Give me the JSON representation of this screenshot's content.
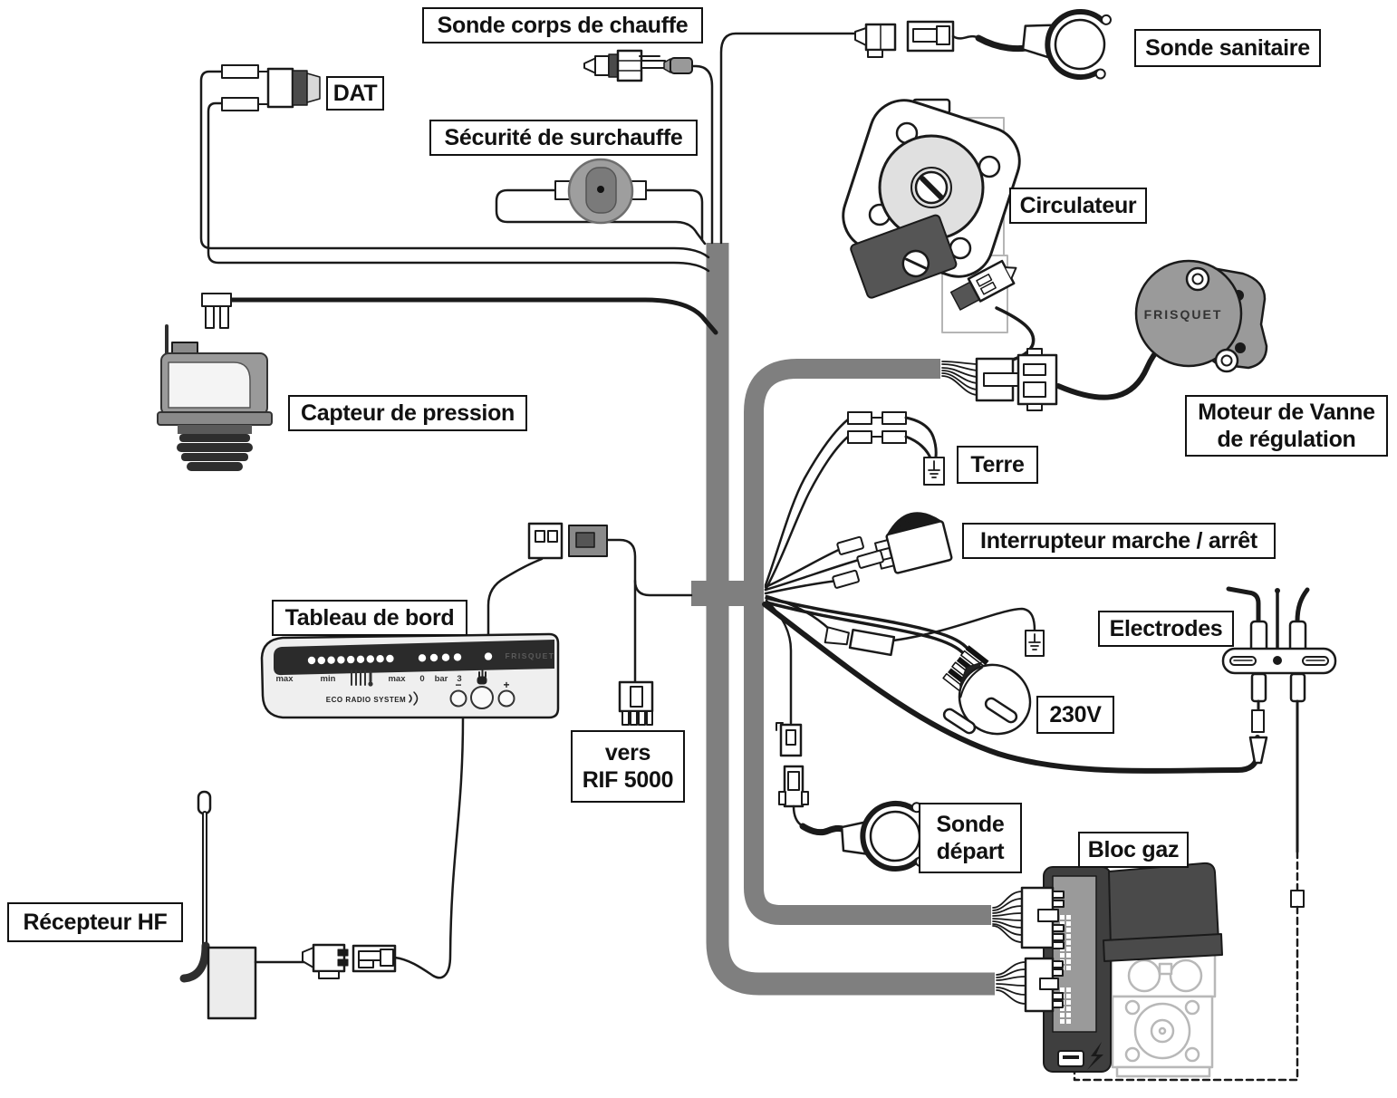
{
  "diagram_type": "boiler-wiring-diagram",
  "labels": {
    "sonde_corps": "Sonde corps de chauffe",
    "dat": "DAT",
    "securite": "Sécurité de surchauffe",
    "sonde_sanitaire": "Sonde sanitaire",
    "circulateur": "Circulateur",
    "moteur_vanne": "Moteur de Vanne\nde régulation",
    "capteur_pression": "Capteur de pression",
    "terre": "Terre",
    "interrupteur": "Interrupteur marche / arrêt",
    "electrodes": "Electrodes",
    "v230": "230V",
    "tableau": "Tableau de bord",
    "vers_rif": "vers\nRIF 5000",
    "sonde_depart": "Sonde\ndépart",
    "recepteur_hf": "Récepteur HF",
    "bloc_gaz": "Bloc gaz"
  },
  "panel": {
    "max_left": "max",
    "min": "min",
    "max_mid": "max",
    "zero": "0",
    "bar": "bar",
    "three": "3",
    "eco": "ECO RADIO SYSTEM",
    "brand": "FRISQUET",
    "minus": "−",
    "plus": "+"
  },
  "motor_brand": "FRISQUET",
  "colors": {
    "wire": "#1a1a1a",
    "trunk": "#7f7f7f",
    "component_gray": "#9a9a9a",
    "dark_gray": "#3f3f3f",
    "ghost": "#b5b5b5"
  }
}
